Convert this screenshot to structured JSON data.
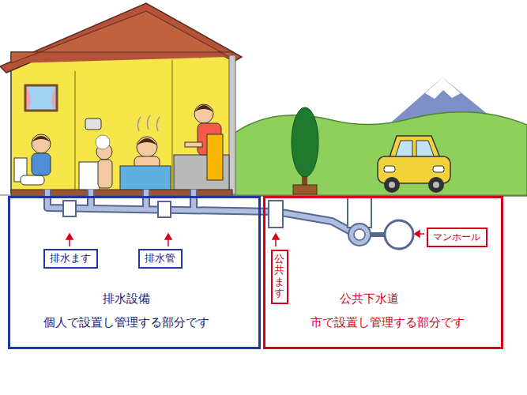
{
  "diagram": {
    "nodes": [
      {
        "text": [
          "排水設備",
          "個人で設置し管理する部分です"
        ]
      },
      {
        "text": [
          "排水ます"
        ],
        "in": 0
      },
      {
        "text": [
          "排水管"
        ],
        "in": 0
      },
      {
        "text": [
          "公共下水道",
          "市で設置し管理する部分です"
        ]
      },
      {
        "text": [
          "公共ます"
        ],
        "in": 3
      },
      {
        "text": [
          "マンホール"
        ],
        "in": 3
      }
    ]
  }
}
